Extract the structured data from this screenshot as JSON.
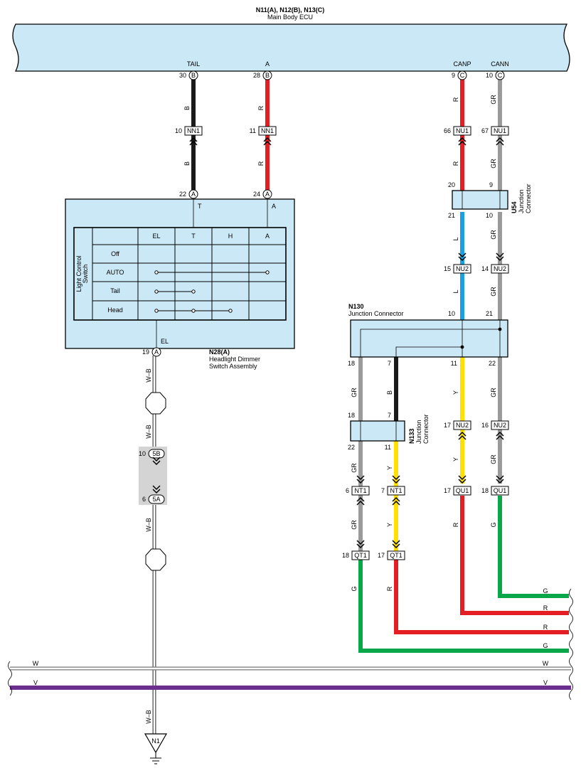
{
  "ecu": {
    "title": "N11(A), N12(B), N13(C)",
    "subtitle": "Main Body ECU"
  },
  "ecu_terminals": [
    {
      "label": "TAIL",
      "pin": "30",
      "letter": "B"
    },
    {
      "label": "A",
      "pin": "28",
      "letter": "B"
    },
    {
      "label": "CANP",
      "pin": "9",
      "letter": "C"
    },
    {
      "label": "CANN",
      "pin": "10",
      "letter": "C"
    }
  ],
  "wire_colors": {
    "B": "#1a1a1a",
    "R": "#e31e24",
    "GR": "#9a9a9a",
    "L": "#1ba1e2",
    "Y": "#ffe000",
    "G": "#0aa64a",
    "V": "#6b2f8f",
    "W": "#ffffff"
  },
  "wire_labels": {
    "b": "B",
    "r": "R",
    "gr": "GR",
    "l": "L",
    "y": "Y",
    "g": "G",
    "wb": "W–B",
    "w": "W",
    "v": "V"
  },
  "connectors": {
    "nn1_10": {
      "pin": "10",
      "name": "NN1"
    },
    "nn1_11": {
      "pin": "11",
      "name": "NN1"
    },
    "nu1_66": {
      "pin": "66",
      "name": "NU1"
    },
    "nu1_67": {
      "pin": "67",
      "name": "NU1"
    },
    "nu2_15": {
      "pin": "15",
      "name": "NU2"
    },
    "nu2_14": {
      "pin": "14",
      "name": "NU2"
    },
    "nu2_17": {
      "pin": "17",
      "name": "NU2"
    },
    "nu2_16": {
      "pin": "16",
      "name": "NU2"
    },
    "qu1_17": {
      "pin": "17",
      "name": "QU1"
    },
    "qu1_18": {
      "pin": "18",
      "name": "QU1"
    },
    "nt1_6": {
      "pin": "6",
      "name": "NT1"
    },
    "nt1_7": {
      "pin": "7",
      "name": "NT1"
    },
    "qt1_18": {
      "pin": "18",
      "name": "QT1"
    },
    "qt1_17": {
      "pin": "17",
      "name": "QT1"
    },
    "c5b": {
      "pin": "10",
      "name": "5B"
    },
    "c5a": {
      "pin": "6",
      "name": "5A"
    }
  },
  "switch": {
    "code": "N28(A)",
    "name_line1": "Headlight Dimmer",
    "name_line2": "Switch Assembly",
    "pin_a22": "22",
    "pin_a24": "24",
    "pin_a19": "19",
    "pin_letter": "A",
    "t_label": "T",
    "a_label": "A",
    "el_label": "EL",
    "side_label_1": "Light Control",
    "side_label_2": "Switch",
    "columns": [
      "EL",
      "T",
      "H",
      "A"
    ],
    "rows": [
      "Off",
      "AUTO",
      "Tail",
      "Head"
    ]
  },
  "u54": {
    "code": "U54",
    "name_line1": "Junction",
    "name_line2": "Connector",
    "pins": {
      "in_left": "20",
      "in_right": "9",
      "out_left": "21",
      "out_right": "10"
    }
  },
  "n130": {
    "code": "N130",
    "name": "Junction Connector",
    "pins": {
      "top_left": "10",
      "top_right": "21",
      "b18": "18",
      "b7": "7",
      "b11": "11",
      "b22": "22"
    }
  },
  "n133": {
    "code": "N133",
    "name_line1": "Junction",
    "name_line2": "Connector",
    "pins": {
      "t18": "18",
      "t7": "7",
      "b22": "22",
      "b11": "11"
    }
  },
  "ground": {
    "name": "N1"
  }
}
